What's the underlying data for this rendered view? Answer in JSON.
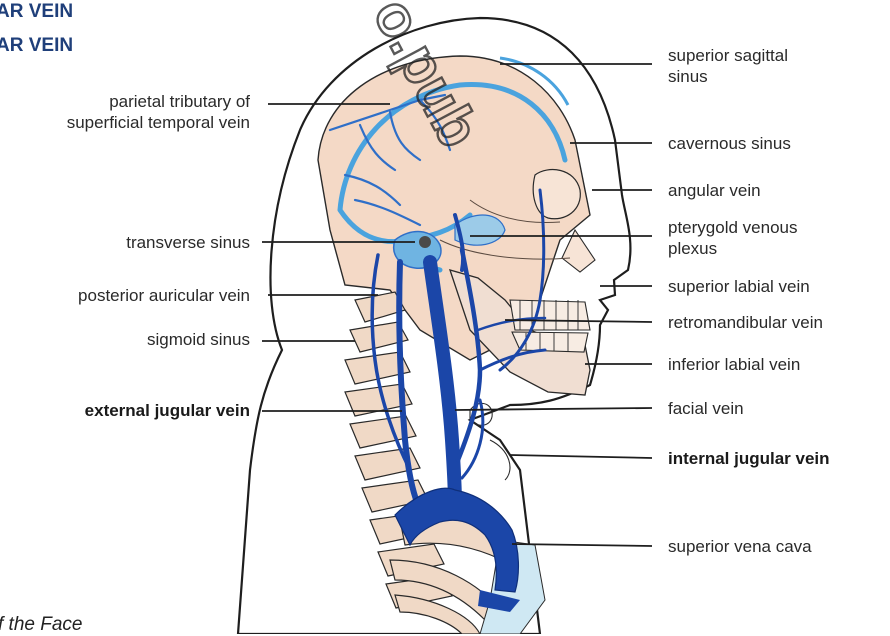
{
  "header": {
    "line1": "AR VEIN",
    "line2": "AR VEIN"
  },
  "caption": "f the Face",
  "watermark": "o.pub",
  "labels_left": {
    "parietal_tributary": "parietal tributary of\nsuperficial temporal vein",
    "transverse_sinus": "transverse sinus",
    "posterior_auricular": "posterior auricular vein",
    "sigmoid_sinus": "sigmoid sinus",
    "external_jugular": "external jugular vein"
  },
  "labels_right": {
    "superior_sagittal": "superior sagittal\nsinus",
    "cavernous_sinus": "cavernous sinus",
    "angular_vein": "angular vein",
    "pterygoid": "pterygold venous\nplexus",
    "superior_labial": "superior labial vein",
    "retromandibular": "retromandibular vein",
    "inferior_labial": "inferior labial vein",
    "facial_vein": "facial vein",
    "internal_jugular": "internal jugular vein",
    "superior_vena_cava": "superior vena cava"
  },
  "colors": {
    "skin": "#f4d9c6",
    "bone": "#f0ded2",
    "outline": "#1e1e1e",
    "vein_dark": "#1b46a8",
    "vein_light": "#6fb4e2",
    "sinus_blue": "#4aa3de",
    "header": "#1f3f7a"
  }
}
